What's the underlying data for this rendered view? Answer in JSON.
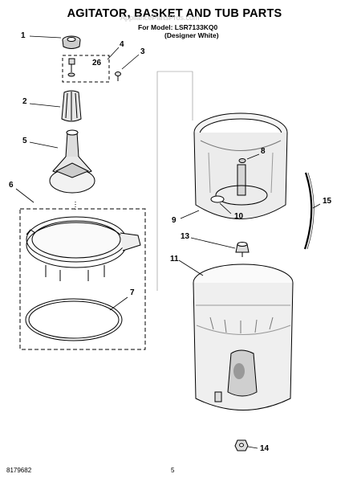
{
  "header": {
    "title": "AGITATOR, BASKET AND TUB PARTS",
    "model_line": "For Model: LSR7133KQ0",
    "color_line": "(Designer White)",
    "watermark": "AppliancePartsPros.com"
  },
  "callouts": [
    "1",
    "4",
    "26",
    "3",
    "2",
    "5",
    "6",
    "7",
    "8",
    "9",
    "10",
    "15",
    "13",
    "11",
    "14"
  ],
  "footer": {
    "doc_number": "8179682",
    "page_number": "5"
  }
}
